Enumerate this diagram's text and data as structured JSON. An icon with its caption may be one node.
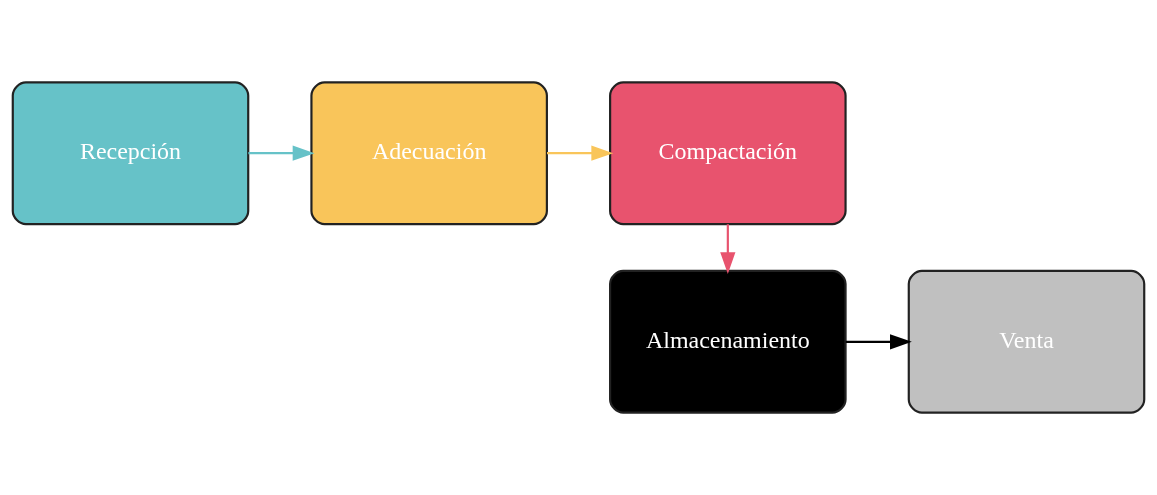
{
  "diagram": {
    "nodes": [
      {
        "text": [
          "Recepción"
        ]
      },
      {
        "text": [
          "Adecuación"
        ]
      },
      {
        "text": [
          "Compactación"
        ]
      },
      {
        "text": [
          "Almacenamiento"
        ]
      },
      {
        "text": [
          "Venta"
        ]
      }
    ],
    "edges": [
      {
        "from": 0,
        "to": 1,
        "arrow": "to",
        "color": "#66c2c8"
      },
      {
        "from": 1,
        "to": 2,
        "arrow": "to",
        "color": "#f9c55a"
      },
      {
        "from": 2,
        "to": 3,
        "arrow": "to",
        "color": "#e8536e"
      },
      {
        "from": 3,
        "to": 4,
        "arrow": "to",
        "color": "#000000"
      }
    ]
  }
}
